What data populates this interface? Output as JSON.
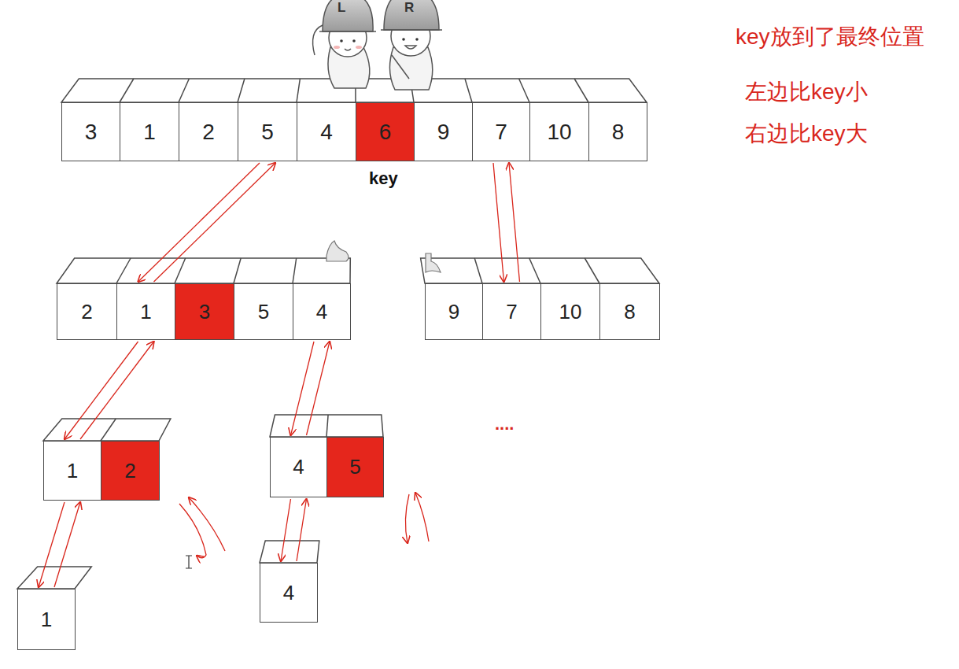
{
  "diagram": {
    "nodes": [
      {
        "text": [
          "3"
        ]
      },
      {
        "text": [
          "1"
        ]
      },
      {
        "text": [
          "2"
        ]
      },
      {
        "text": [
          "5"
        ]
      },
      {
        "text": [
          "4"
        ]
      },
      {
        "text": [
          "6"
        ]
      },
      {
        "text": [
          "9"
        ]
      },
      {
        "text": [
          "7"
        ]
      },
      {
        "text": [
          "10"
        ]
      },
      {
        "text": [
          "8"
        ]
      },
      {
        "text": [
          "2"
        ]
      },
      {
        "text": [
          "1"
        ]
      },
      {
        "text": [
          "3"
        ]
      },
      {
        "text": [
          "5"
        ]
      },
      {
        "text": [
          "4"
        ]
      },
      {
        "text": [
          "9"
        ]
      },
      {
        "text": [
          "7"
        ]
      },
      {
        "text": [
          "10"
        ]
      },
      {
        "text": [
          "8"
        ]
      },
      {
        "text": [
          "1"
        ]
      },
      {
        "text": [
          "2"
        ]
      },
      {
        "text": [
          "4"
        ]
      },
      {
        "text": [
          "5"
        ]
      },
      {
        "text": [
          "1"
        ]
      },
      {
        "text": [
          "4"
        ]
      }
    ],
    "edges": [
      {
        "from": 3,
        "to": 11,
        "arrow": "to"
      },
      {
        "from": 11,
        "to": 3,
        "arrow": "to"
      },
      {
        "from": 7,
        "to": 16,
        "arrow": "to"
      },
      {
        "from": 16,
        "to": 7,
        "arrow": "to"
      },
      {
        "from": 11,
        "to": 19,
        "arrow": "to"
      },
      {
        "from": 19,
        "to": 11,
        "arrow": "to"
      },
      {
        "from": 14,
        "to": 21,
        "arrow": "to"
      },
      {
        "from": 21,
        "to": 14,
        "arrow": "to"
      },
      {
        "from": 19,
        "to": 23,
        "arrow": "to"
      },
      {
        "from": 23,
        "to": 19,
        "arrow": "to"
      },
      {
        "from": 21,
        "to": 24,
        "arrow": "to"
      },
      {
        "from": 24,
        "to": 21,
        "arrow": "to"
      }
    ],
    "labels": [
      "L",
      "R",
      "key",
      "key放到了最终位置",
      "左边比key小",
      "右边比key大",
      "...."
    ]
  }
}
